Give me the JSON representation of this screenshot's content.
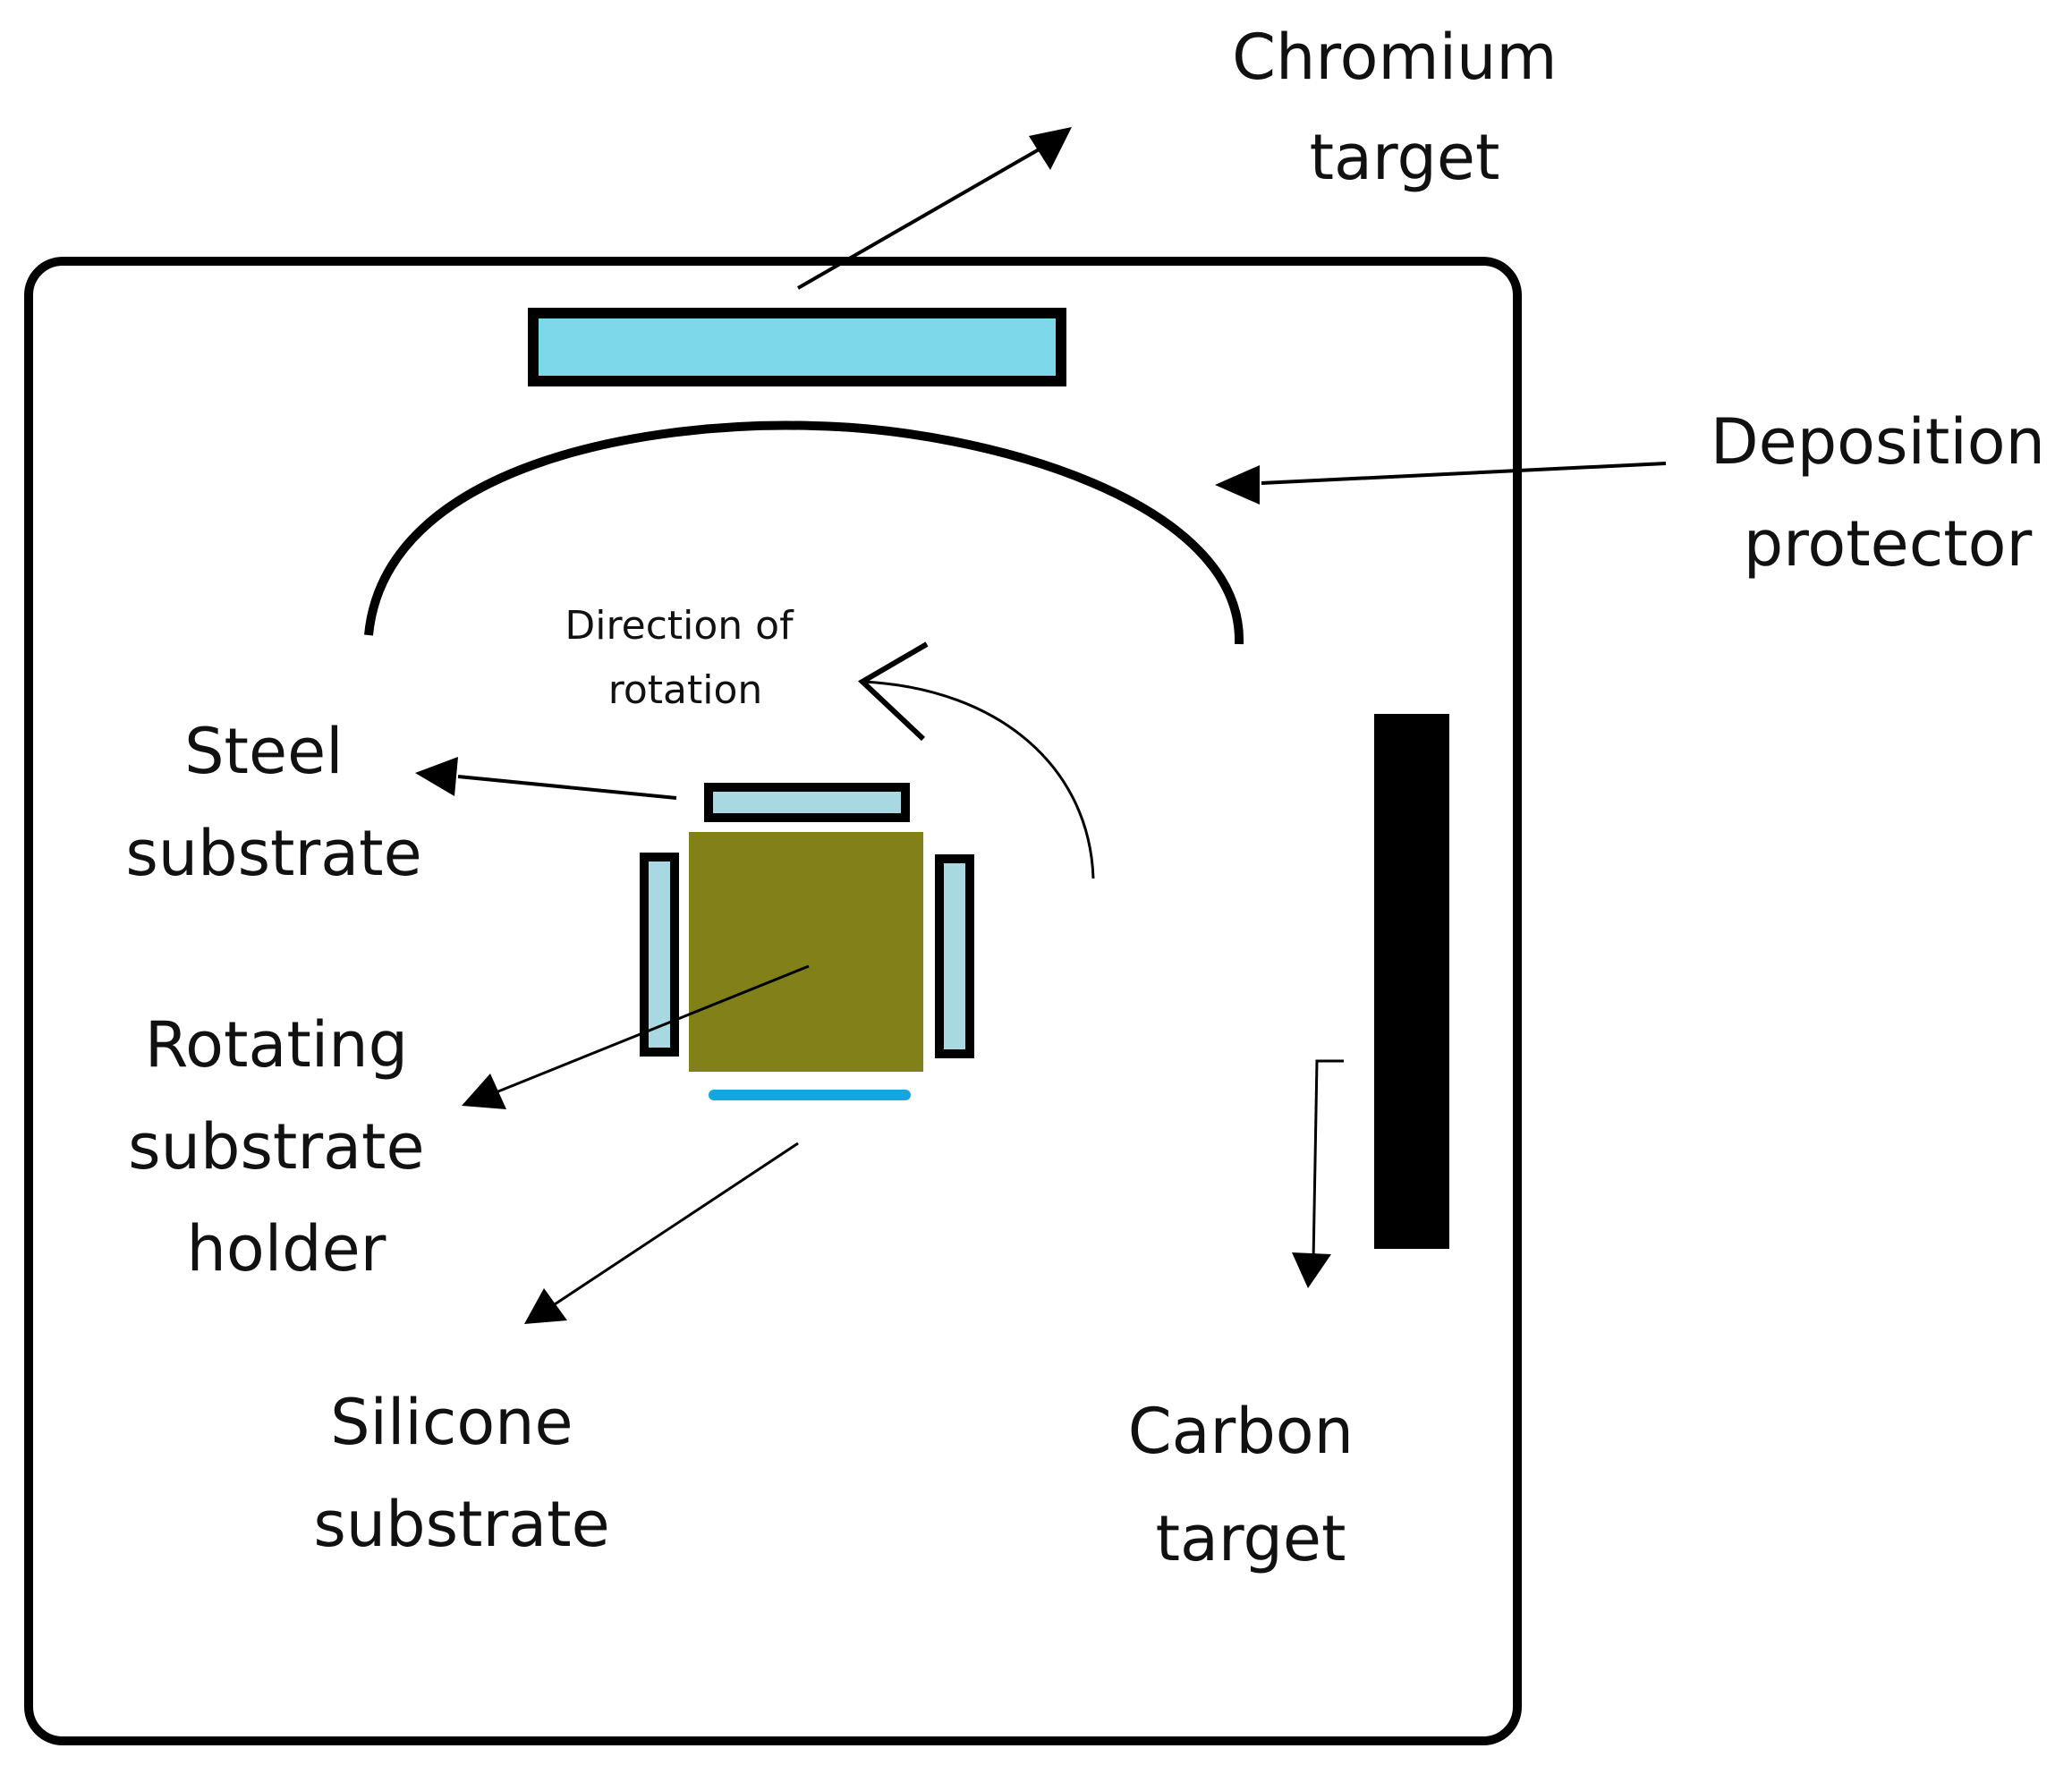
{
  "labels": {
    "chromium_target": [
      "Chromium",
      "target"
    ],
    "deposition_protector": [
      "Deposition",
      "protector"
    ],
    "direction_of_rotation": [
      "Direction of",
      "rotation"
    ],
    "steel_substrate": [
      "Steel",
      "substrate"
    ],
    "rotating_substrate_holder": [
      "Rotating",
      "substrate",
      "holder"
    ],
    "silicone_substrate": [
      "Silicone",
      "substrate"
    ],
    "carbon_target": [
      "Carbon",
      "target"
    ]
  },
  "colors": {
    "target_fill": "#7dd8ea",
    "substrate_fill": "#a8d9e3",
    "holder_fill": "#828019",
    "silicone_fill": "#12a7e0",
    "carbon_fill": "#000000",
    "line": "#000000"
  }
}
